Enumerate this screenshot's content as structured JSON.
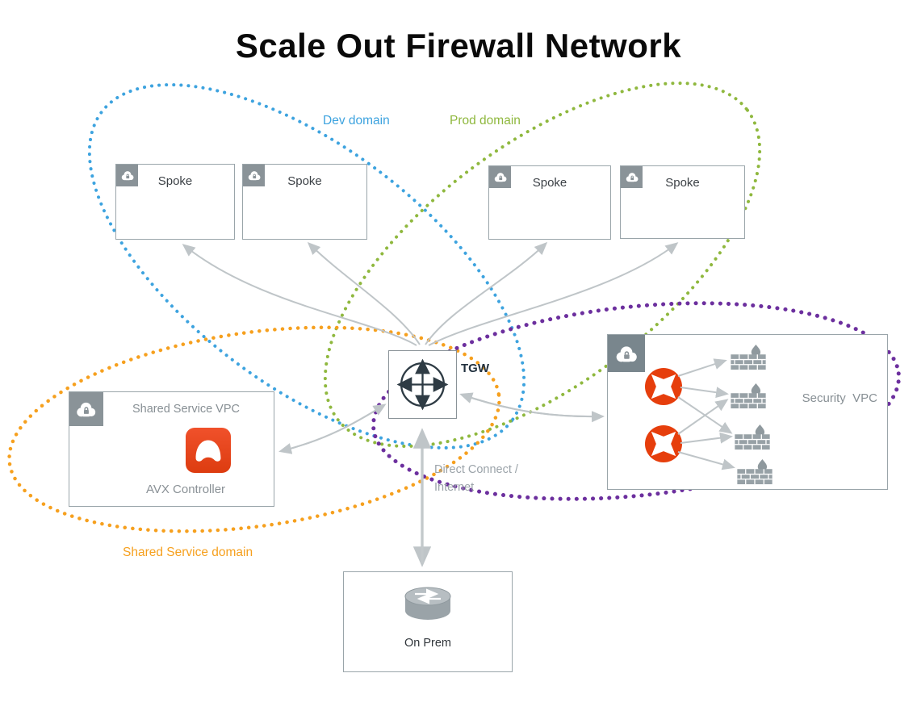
{
  "title": "Scale Out Firewall Network",
  "domains": {
    "dev": {
      "label": "Dev domain",
      "color": "#3DA3DF"
    },
    "prod": {
      "label": "Prod domain",
      "color": "#8FB83E"
    },
    "shared_service": {
      "label": "Shared Service domain",
      "color": "#F6A01E"
    },
    "security": {
      "color": "#6C2F9E"
    }
  },
  "spokes": [
    {
      "label": "Spoke"
    },
    {
      "label": "Spoke"
    },
    {
      "label": "Spoke"
    },
    {
      "label": "Spoke"
    }
  ],
  "tgw": {
    "label": "TGW"
  },
  "shared_service_vpc": {
    "title": "Shared Service VPC",
    "controller_label": "AVX Controller"
  },
  "security_vpc": {
    "label": "Security  VPC"
  },
  "on_prem": {
    "label": "On Prem"
  },
  "connection": {
    "line1": "Direct Connect /",
    "line2": "Internet"
  },
  "colors": {
    "arrow": "#BFC5C8",
    "box_border": "#9AA5AA",
    "cloud_badge": "#8A9398",
    "avx_controller": "#E8481F",
    "gateway": "#E63E0C",
    "firewall": "#97A1A6"
  }
}
